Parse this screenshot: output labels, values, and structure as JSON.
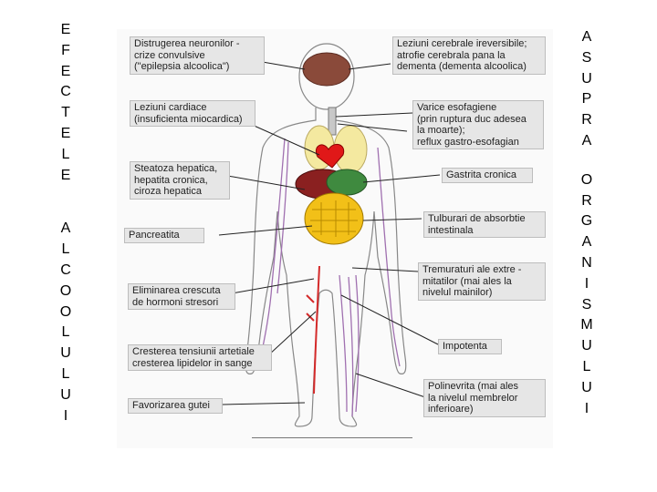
{
  "side_left": {
    "line1": [
      "E",
      "F",
      "E",
      "C",
      "T",
      "E",
      "L",
      "E"
    ],
    "line2": [
      "A",
      "L",
      "C",
      "O",
      "O",
      "L",
      "U",
      "L",
      "U",
      "I"
    ]
  },
  "side_right": {
    "line1": [
      "A",
      "S",
      "U",
      "P",
      "R",
      "A"
    ],
    "line2": [
      "O",
      "R",
      "G",
      "A",
      "N",
      "I",
      "S",
      "M",
      "U",
      "L",
      "U",
      "I"
    ]
  },
  "labels_left": [
    "Distrugerea neuronilor -\ncrize convulsive\n(\"epilepsia alcoolica\")",
    "Leziuni cardiace\n(insuficienta miocardica)",
    "Steatoza hepatica,\nhepatita cronica,\nciroza hepatica",
    "Pancreatita",
    "Eliminarea crescuta\nde hormoni stresori",
    "Cresterea tensiunii artetiale\ncresterea lipidelor in sange",
    "Favorizarea gutei"
  ],
  "labels_right": [
    "Leziuni cerebrale ireversibile;\natrofie cerebrala pana la\ndementa (dementa alcoolica)",
    "Varice esofagiene\n(prin ruptura duc adesea\nla moarte);\nreflux gastro-esofagian",
    "Gastrita cronica",
    "Tulburari de absorbtie\nintestinala",
    "Tremuraturi ale extre -\nmitatilor (mai ales la\nnivelul mainilor)",
    "Impotenta",
    "Polinevrita (mai ales\nla nivelul membrelor\ninferioare)"
  ]
}
